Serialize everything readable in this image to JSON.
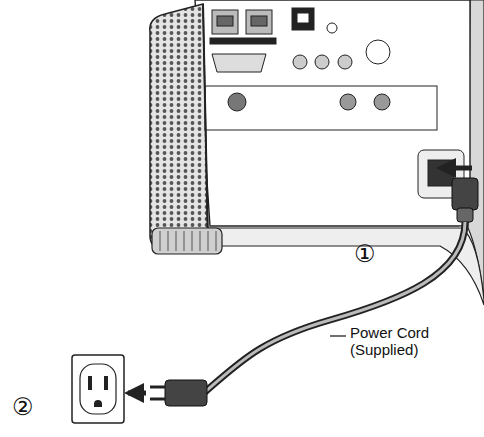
{
  "diagram": {
    "labels": [
      "①",
      "②",
      "Power Cord (Supplied)"
    ]
  }
}
